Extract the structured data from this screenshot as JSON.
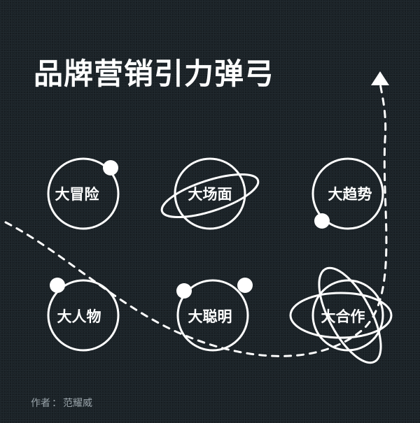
{
  "title": "品牌营销引力弹弓",
  "footer": {
    "author_label": "作者",
    "separator": "：",
    "author_name": "范耀威"
  },
  "nodes": [
    {
      "label": "大冒险"
    },
    {
      "label": "大场面"
    },
    {
      "label": "大趋势"
    },
    {
      "label": "大人物"
    },
    {
      "label": "大聪明"
    },
    {
      "label": "大合作"
    }
  ],
  "colors": {
    "background": "#1b2328",
    "stroke": "#ffffff",
    "footer_text": "#9aa4aa"
  }
}
